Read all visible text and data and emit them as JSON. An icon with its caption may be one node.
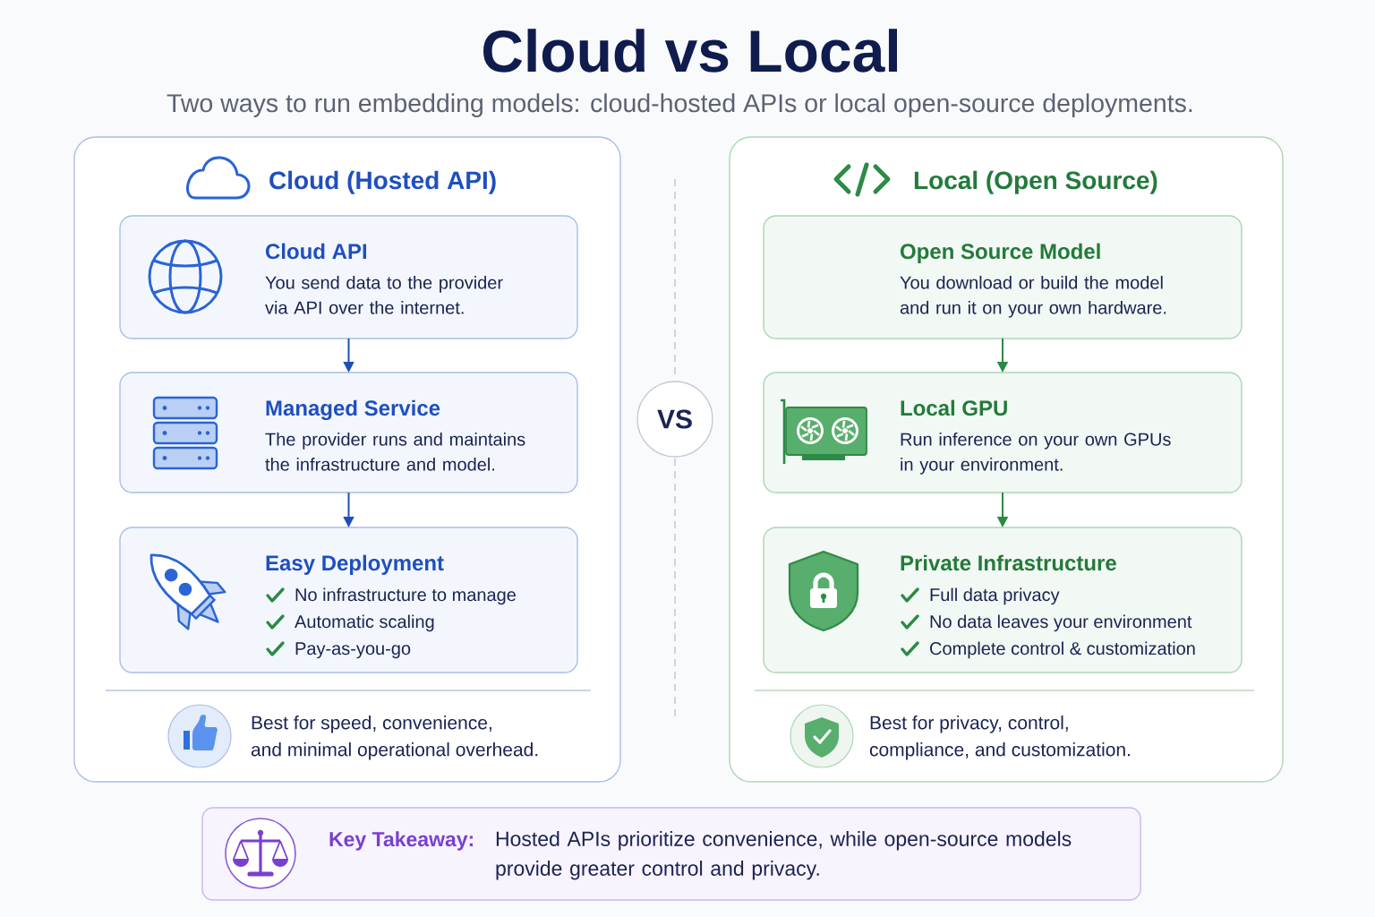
{
  "diagram": {
    "title": "Cloud vs Local",
    "nodes": [
      {
        "text": [
          "Cloud (Hosted API)",
          "Best for speed, convenience, and minimal operational overhead."
        ]
      },
      {
        "text": [
          "Cloud API",
          "You send data to the provider via API over the internet."
        ],
        "in": 0
      },
      {
        "text": [
          "Managed Service",
          "The provider runs and maintains the infrastructure and model."
        ],
        "in": 0
      },
      {
        "text": [
          "Easy Deployment",
          "No infrastructure to manage",
          "Automatic scaling",
          "Pay-as-you-go"
        ],
        "in": 0
      },
      {
        "text": [
          "VS"
        ]
      },
      {
        "text": [
          "Local (Open Source)",
          "Best for privacy, control, compliance, and customization."
        ]
      },
      {
        "text": [
          "Open Source Model",
          "You download or build the model and run it on your own hardware."
        ],
        "in": 5
      },
      {
        "text": [
          "Local GPU",
          "Run inference on your own GPUs in your environment."
        ],
        "in": 5
      },
      {
        "text": [
          "Private Infrastructure",
          "Full data privacy",
          "No data leaves your environment",
          "Complete control & customization"
        ],
        "in": 5
      },
      {
        "text": [
          "Key Takeaway:",
          "Hosted APIs prioritize convenience, while open-source models provide greater control and privacy."
        ]
      }
    ],
    "edges": [
      {
        "from": 1,
        "to": 2,
        "arrow": "to",
        "color": "#1f4fb8"
      },
      {
        "from": 2,
        "to": 3,
        "arrow": "to",
        "color": "#1f4fb8"
      },
      {
        "from": 6,
        "to": 7,
        "arrow": "to",
        "color": "#2a8a43"
      },
      {
        "from": 7,
        "to": 8,
        "arrow": "to",
        "color": "#2a8a43"
      }
    ],
    "labels": [
      "Two ways to run embedding models: cloud-hosted APIs or local open-source deployments."
    ]
  }
}
